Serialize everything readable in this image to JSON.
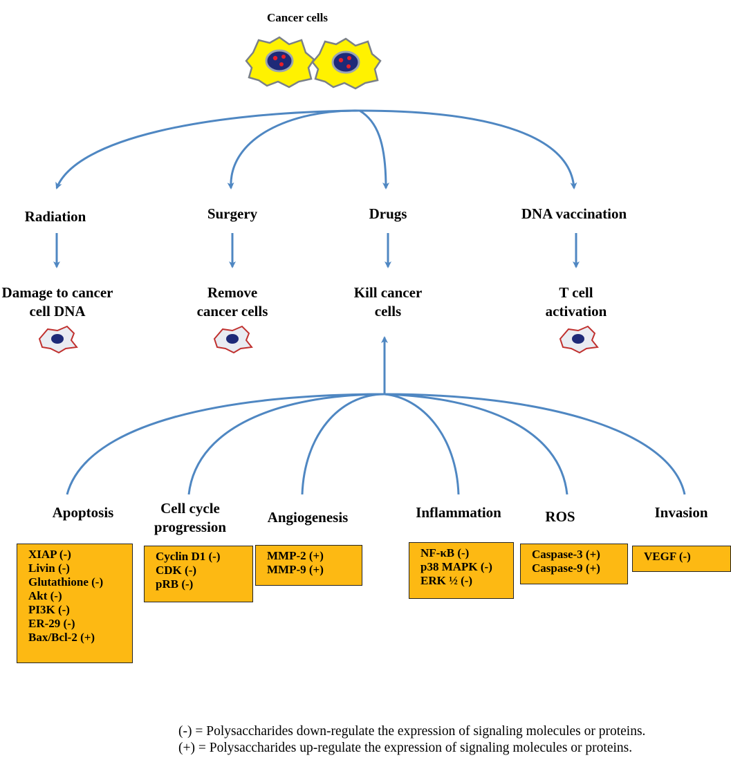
{
  "title": "Cancer cells",
  "treatments": [
    {
      "label": "Radiation",
      "outcome": [
        "Damage to cancer",
        "cell DNA"
      ]
    },
    {
      "label": "Surgery",
      "outcome": [
        "Remove",
        "cancer cells"
      ]
    },
    {
      "label": "Drugs",
      "outcome": [
        "Kill cancer",
        "cells"
      ]
    },
    {
      "label": "DNA vaccination",
      "outcome": [
        "T cell",
        "activation"
      ]
    }
  ],
  "mechanisms": [
    {
      "label": [
        "Apoptosis"
      ],
      "items": [
        "XIAP (-)",
        "Livin (-)",
        "Glutathione (-)",
        "Akt (-)",
        "PI3K (-)",
        "ER-29 (-)",
        "Bax/Bcl-2 (+)"
      ]
    },
    {
      "label": [
        "Cell cycle",
        "progression"
      ],
      "items": [
        "Cyclin D1 (-)",
        "CDK (-)",
        "pRB (-)"
      ]
    },
    {
      "label": [
        "Angiogenesis"
      ],
      "items": [
        "MMP-2 (+)",
        "MMP-9 (+)"
      ]
    },
    {
      "label": [
        "Inflammation"
      ],
      "items": [
        "NF-κB (-)",
        "p38 MAPK (-)",
        "ERK ½ (-)"
      ]
    },
    {
      "label": [
        "ROS"
      ],
      "items": [
        "Caspase-3 (+)",
        "Caspase-9 (+)"
      ]
    },
    {
      "label": [
        "Invasion"
      ],
      "items": [
        "VEGF (-)"
      ]
    }
  ],
  "legend": [
    "(-) = Polysaccharides down-regulate the expression of signaling molecules or proteins.",
    "(+) = Polysaccharides up-regulate the expression of signaling molecules or proteins."
  ],
  "colors": {
    "arrow": "#4f87c2",
    "box_fill": "#fdb913",
    "cell_fill": "#fff200",
    "nucleus": "#1e2a78",
    "dot": "#e8202a",
    "small_cell_outline": "#c0302e"
  }
}
